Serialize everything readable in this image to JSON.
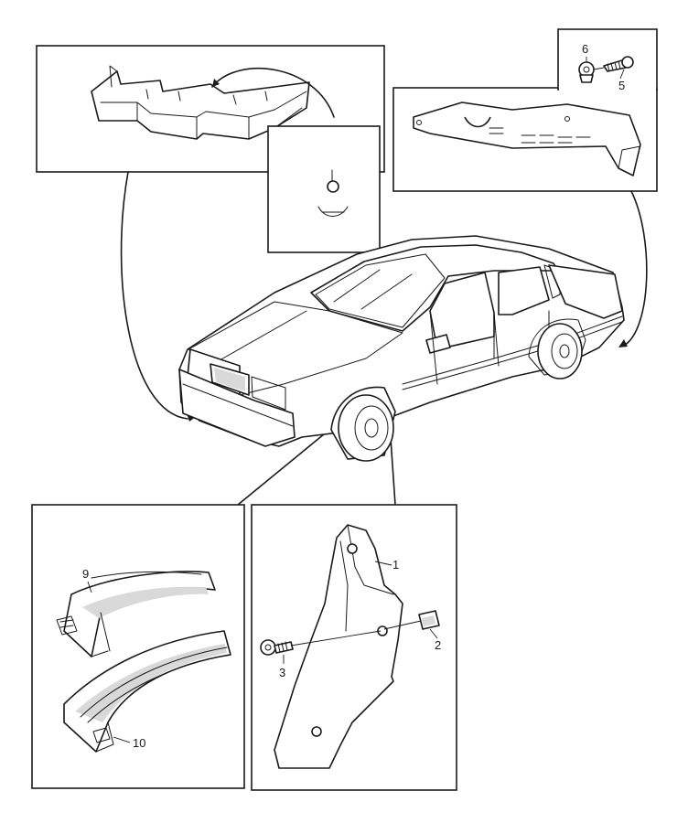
{
  "diagram": {
    "callouts": {
      "c1": "1",
      "c2": "2",
      "c3": "3",
      "c5": "5",
      "c6": "6",
      "c9": "9",
      "c10": "10"
    }
  }
}
